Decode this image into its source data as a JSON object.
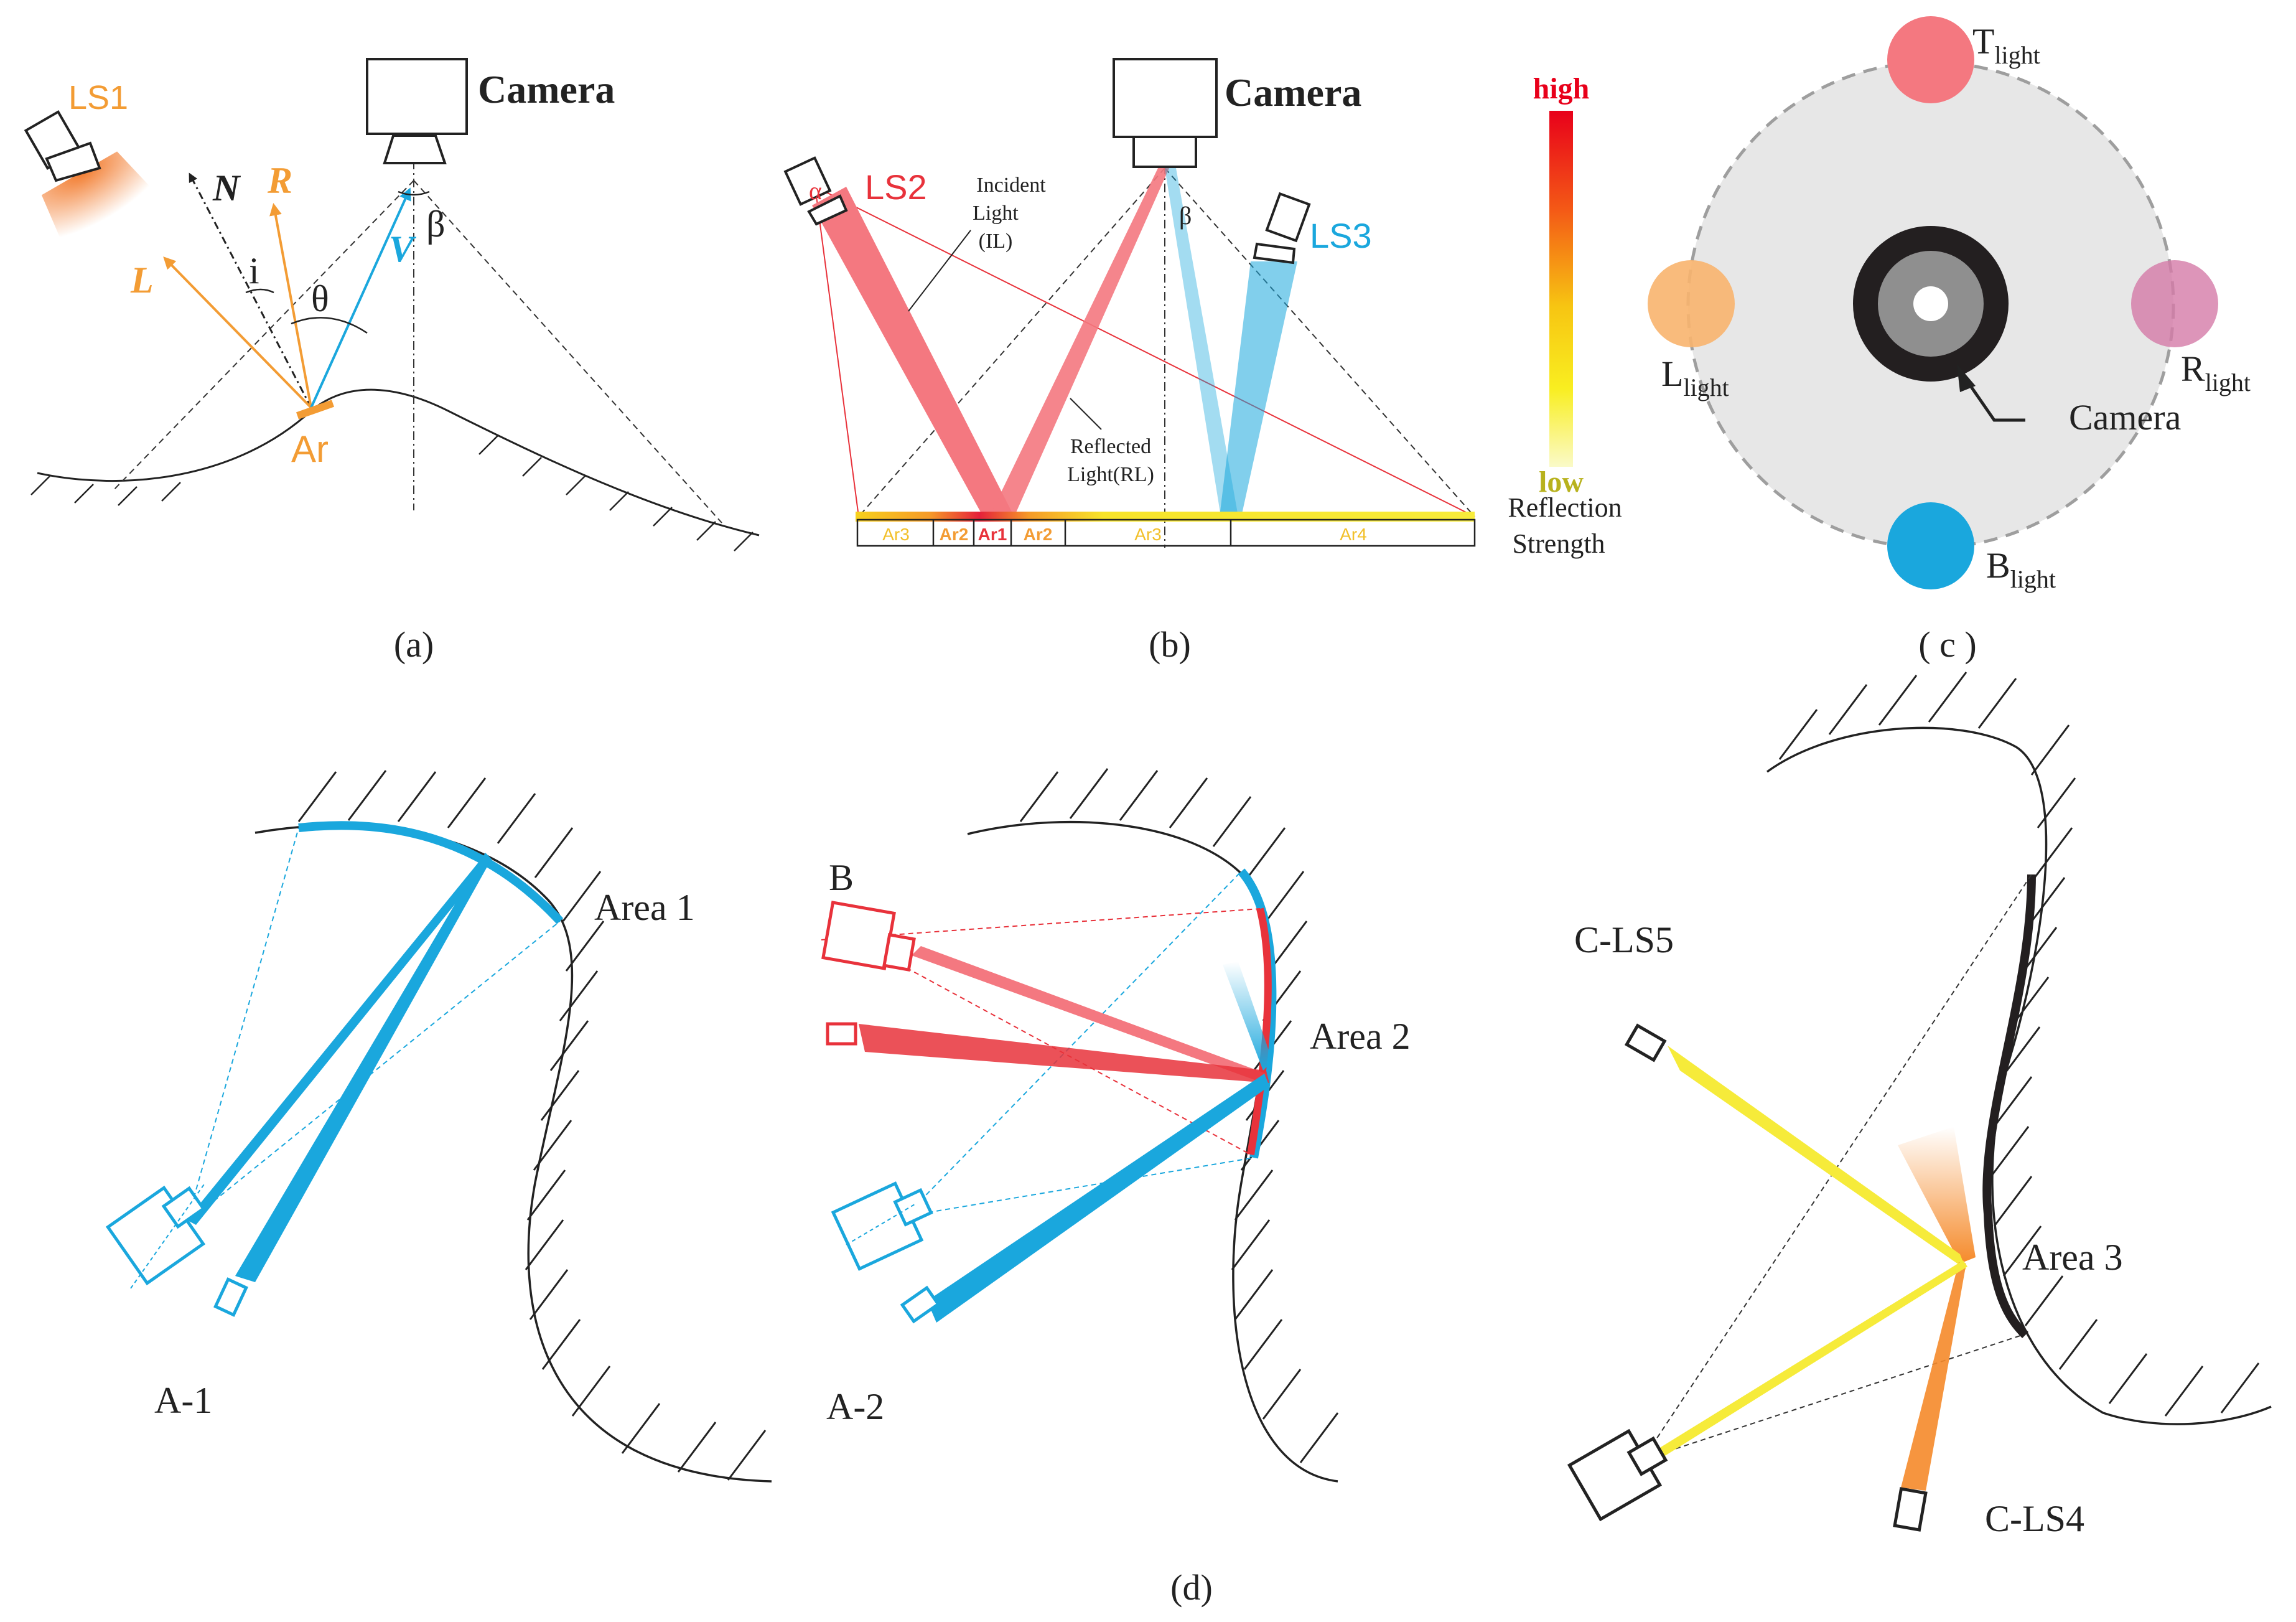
{
  "colors": {
    "orange": "#f39c34",
    "blue": "#1aa7dd",
    "red": "#e8323b",
    "pink_beam": "#f47880",
    "yellow": "#f6eb3a",
    "gray_disc": "#e7e7e7",
    "camera_ring": "#231f20"
  },
  "panel_a": {
    "ls1": "LS1",
    "camera": "Camera",
    "n": "N",
    "r": "R",
    "l": "L",
    "v": "V",
    "i": "i",
    "theta": "θ",
    "beta": "β",
    "ar": "Ar",
    "caption": "(a)"
  },
  "panel_b": {
    "camera": "Camera",
    "ls2": "LS2",
    "alpha": "α",
    "ls3": "LS3",
    "beta": "β",
    "incident": [
      "Incident",
      "Light",
      "(IL)"
    ],
    "reflected": [
      "Reflected",
      "Light(RL)"
    ],
    "regions": [
      "Ar3",
      "Ar2",
      "Ar1",
      "Ar2",
      "Ar3",
      "Ar4"
    ],
    "scale_high": "high",
    "scale_low": "low",
    "scale_title": [
      "Reflection",
      "Strength"
    ],
    "caption": "(b)"
  },
  "panel_c": {
    "t": "T",
    "l": "L",
    "r": "R",
    "b": "B",
    "sub": "light",
    "camera": "Camera",
    "caption": "( c )"
  },
  "panel_d": {
    "area1": "Area 1",
    "a1": "A-1",
    "b": "B",
    "area2": "Area 2",
    "a2": "A-2",
    "cls5": "C-LS5",
    "area3": "Area  3",
    "cls4": "C-LS4",
    "caption": "(d)"
  }
}
